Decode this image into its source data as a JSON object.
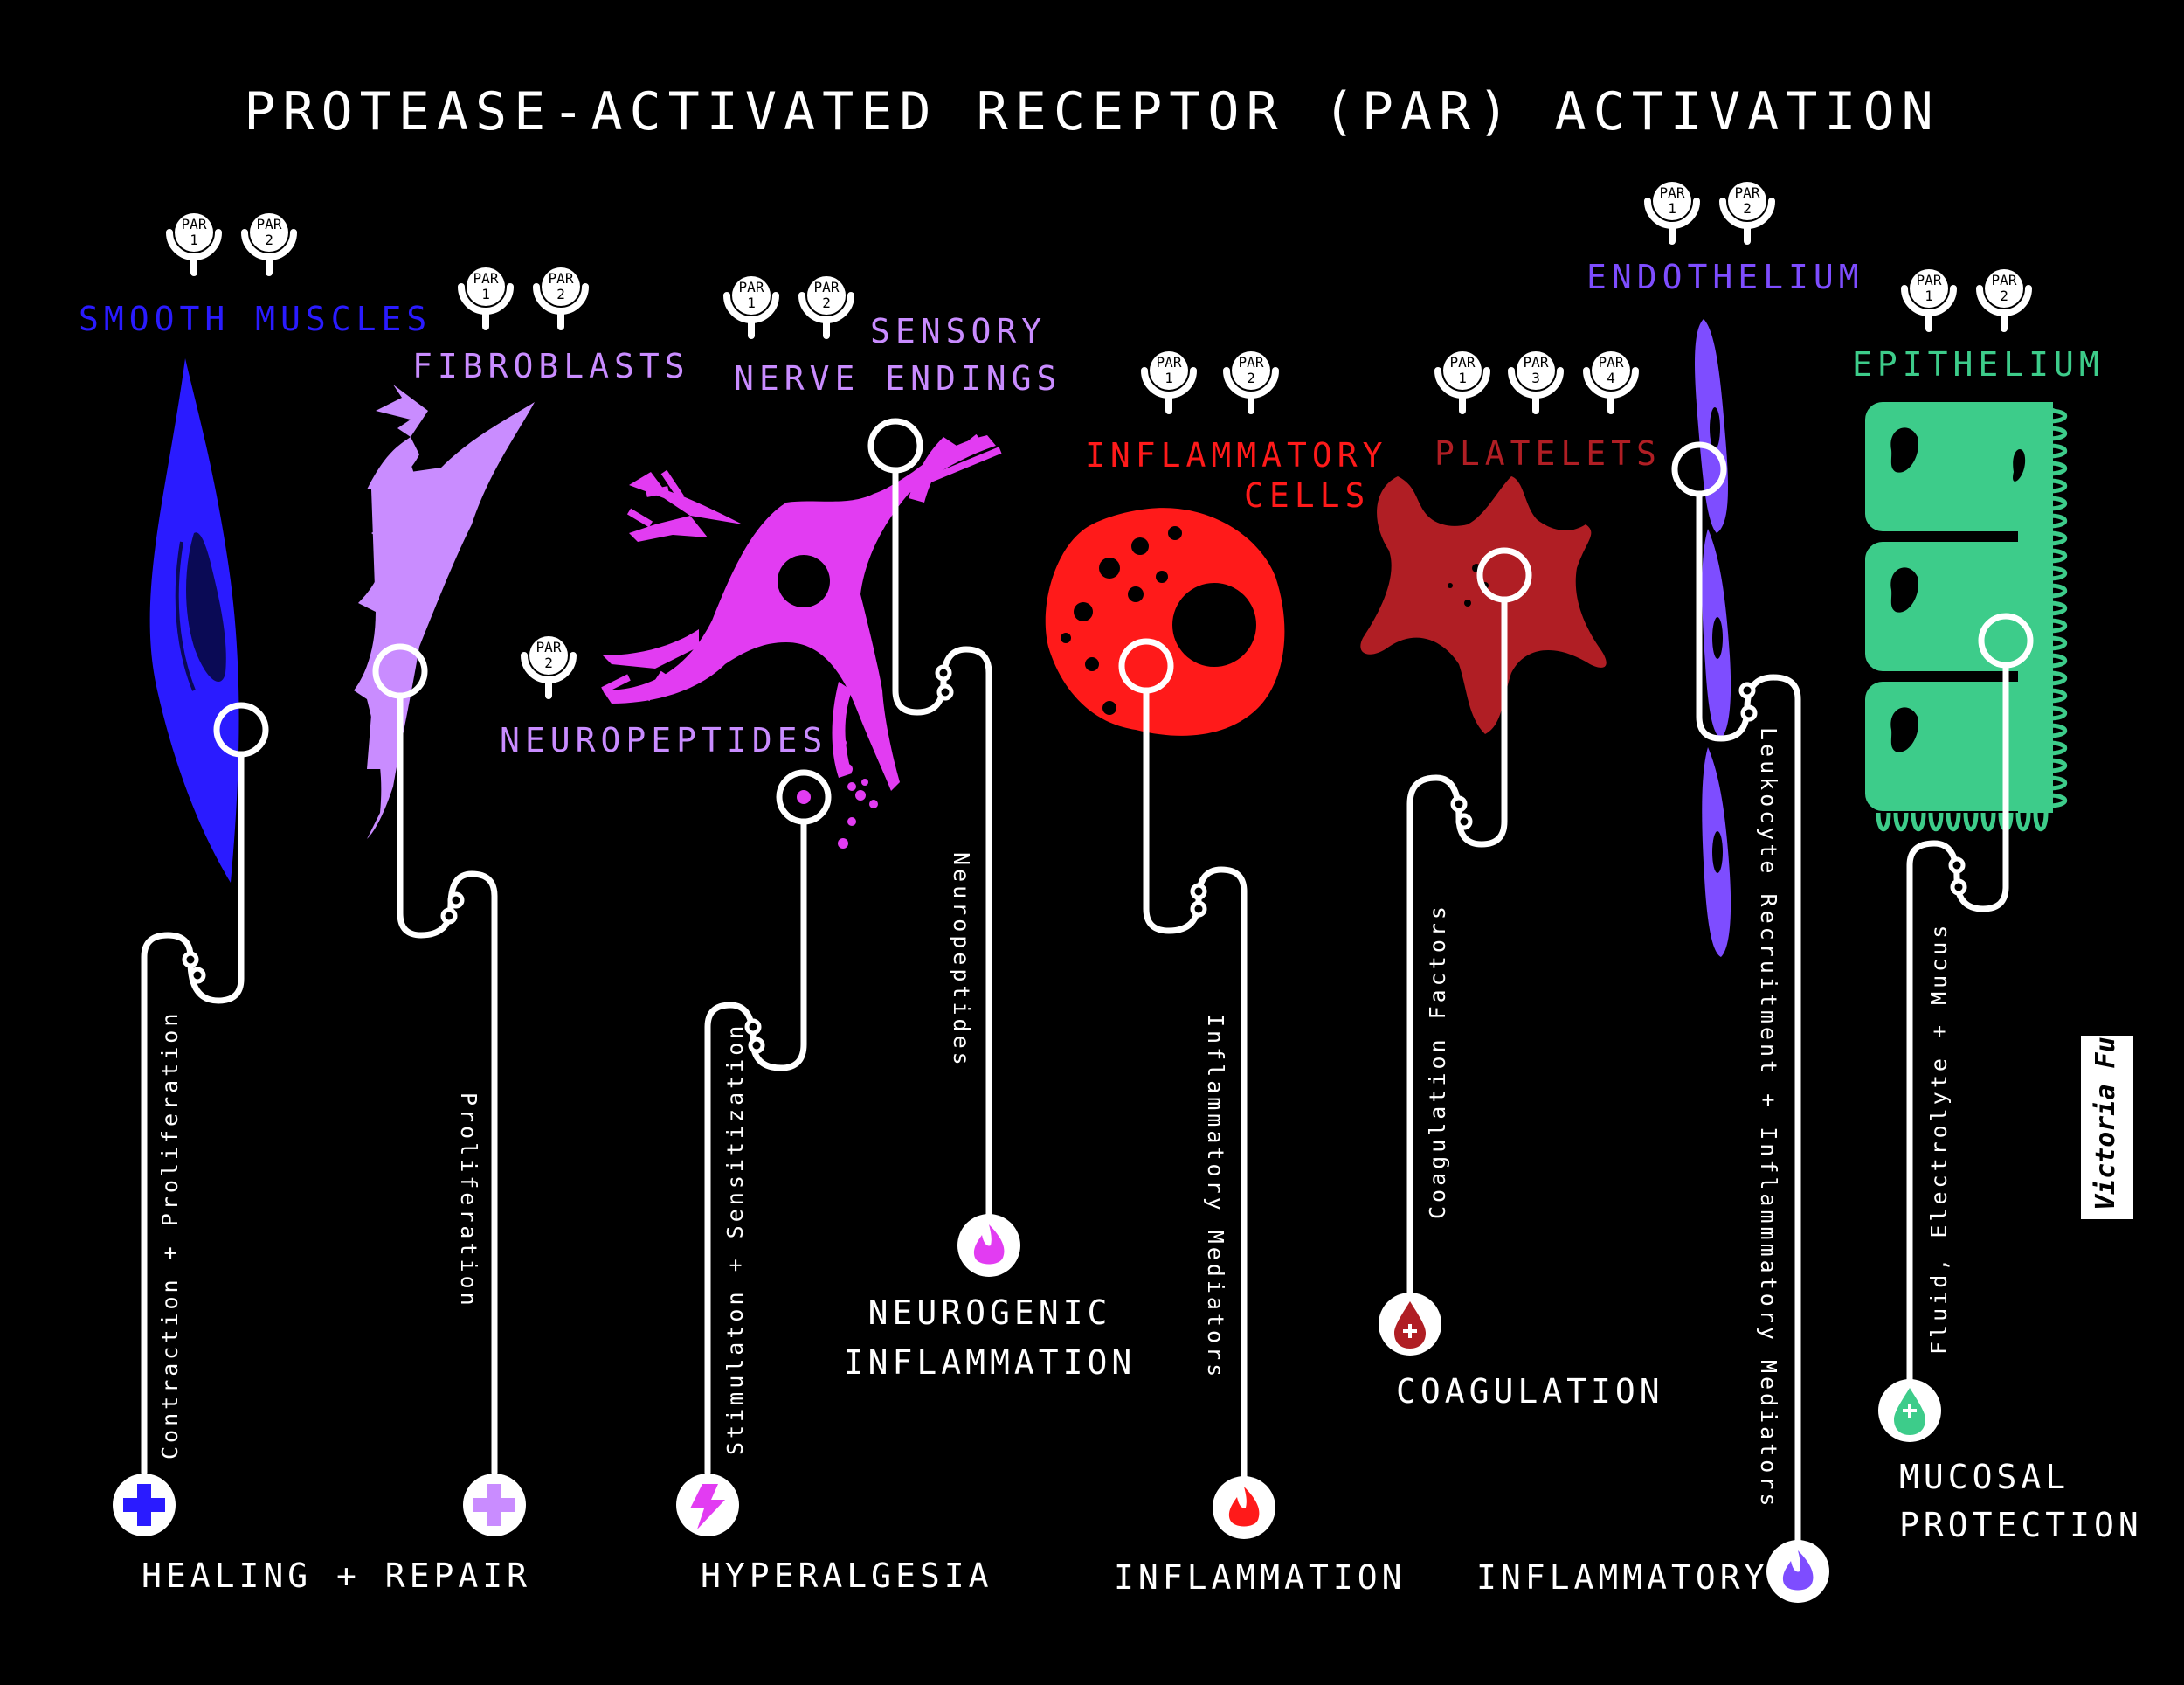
{
  "title": "PROTEASE-ACTIVATED RECEPTOR (PAR) ACTIVATION",
  "signature": "Victoria Fury",
  "receptor_prefix": "PAR",
  "colors": {
    "smooth": "#2a1bff",
    "fibro": "#c98cff",
    "nerve": "#e23cf2",
    "inflam": "#ff1a1a",
    "platelet": "#b01e24",
    "endo": "#7e4dff",
    "epi": "#3dcc8a"
  },
  "cells": {
    "smooth_muscles": {
      "label": "SMOOTH MUSCLES",
      "receptors": [
        "1",
        "2"
      ],
      "pathway": "Contraction + Proliferation"
    },
    "fibroblasts": {
      "label": "FIBROBLASTS",
      "receptors": [
        "1",
        "2"
      ],
      "pathway": "Proliferation"
    },
    "neuropeptides": {
      "label": "NEUROPEPTIDES",
      "receptors": [
        "2"
      ],
      "pathway": "Stimulaton + Sensitization"
    },
    "sensory": {
      "label_line1": "SENSORY",
      "label_line2": "NERVE ENDINGS",
      "receptors": [
        "1",
        "2"
      ],
      "pathway": "Neuropeptides"
    },
    "inflammatory_cells": {
      "label_line1": "INFLAMMATORY",
      "label_line2": "CELLS",
      "receptors": [
        "1",
        "2"
      ],
      "pathway": "Inflammatory Mediators"
    },
    "platelets": {
      "label": "PLATELETS",
      "receptors": [
        "1",
        "3",
        "4"
      ],
      "pathway": "Coagulation Factors"
    },
    "endothelium": {
      "label": "ENDOTHELIUM",
      "receptors": [
        "1",
        "2"
      ],
      "pathway": "Leukocyte Recruitment + Inflammmatory Mediators"
    },
    "epithelium": {
      "label": "EPITHELIUM",
      "receptors": [
        "1",
        "2"
      ],
      "pathway": "Fluid, Electrolyte + Mucus"
    }
  },
  "outcomes": {
    "healing": "HEALING + REPAIR",
    "hyperalgesia": "HYPERALGESIA",
    "neurogenic_line1": "NEUROGENIC",
    "neurogenic_line2": "INFLAMMATION",
    "inflammation": "INFLAMMATION",
    "coagulation": "COAGULATION",
    "inflammatory": "INFLAMMATORY",
    "mucosal_line1": "MUCOSAL",
    "mucosal_line2": "PROTECTION"
  },
  "icons": [
    "plus-icon",
    "lightning-icon",
    "flame-icon",
    "blood-drop-icon",
    "water-drop-icon",
    "par-receptor-icon"
  ]
}
